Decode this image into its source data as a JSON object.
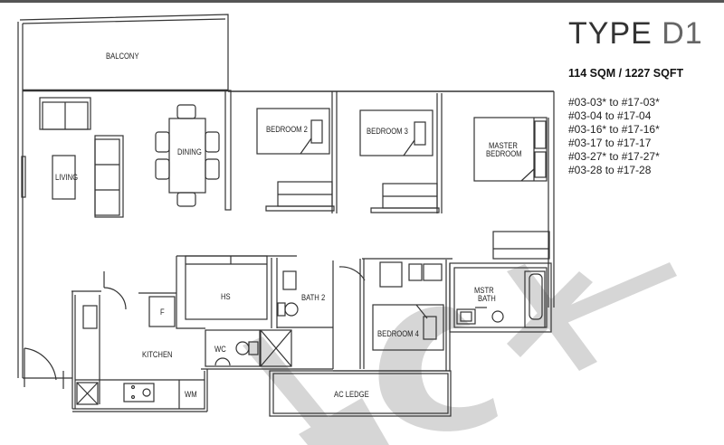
{
  "header": {
    "type_prefix": "TYPE ",
    "type_code": "D1",
    "area": "114 SQM / 1227 SQFT"
  },
  "units": [
    "#03-03* to #17-03*",
    "#03-04 to #17-04",
    "#03-16* to #17-16*",
    "#03-17 to #17-17",
    "#03-27* to #17-27*",
    "#03-28 to #17-28"
  ],
  "rooms": {
    "balcony": "BALCONY",
    "living": "LIVING",
    "dining": "DINING",
    "bedroom2": "BEDROOM 2",
    "bedroom3": "BEDROOM 3",
    "master_bedroom_l1": "MASTER",
    "master_bedroom_l2": "BEDROOM",
    "hs": "HS",
    "bath2": "BATH 2",
    "bedroom4": "BEDROOM 4",
    "master_bath_l1": "MSTR",
    "master_bath_l2": "BATH",
    "kitchen": "KITCHEN",
    "fridge": "F",
    "wc": "WC",
    "wm": "WM",
    "ac_ledge": "AC LEDGE"
  },
  "colors": {
    "line": "#333333",
    "watermark": "#c8c8c8"
  }
}
